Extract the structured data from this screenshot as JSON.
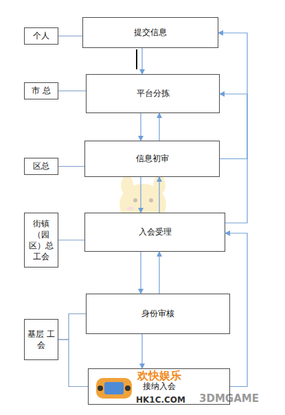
{
  "diagram": {
    "nodes": [
      {
        "text": [
          "个人"
        ]
      },
      {
        "text": [
          "提交信息"
        ]
      },
      {
        "text": [
          "市 总"
        ]
      },
      {
        "text": [
          "平台分拣"
        ]
      },
      {
        "text": [
          "区总"
        ]
      },
      {
        "text": [
          "信息初审"
        ]
      },
      {
        "text": [
          "街镇 （园 区）总 工会"
        ]
      },
      {
        "text": [
          "入会受理"
        ]
      },
      {
        "text": [
          "身份审核"
        ]
      },
      {
        "text": [
          "基层 工会"
        ]
      },
      {
        "text": [
          "接纳入会"
        ]
      }
    ],
    "edges": [
      {
        "from": 0,
        "to": 1,
        "arrow": "none"
      },
      {
        "from": 2,
        "to": 3,
        "arrow": "none"
      },
      {
        "from": 4,
        "to": 5,
        "arrow": "none"
      },
      {
        "from": 6,
        "to": 7,
        "arrow": "none"
      },
      {
        "from": 9,
        "to": 8,
        "arrow": "none"
      },
      {
        "from": 9,
        "to": 10,
        "arrow": "none"
      },
      {
        "from": 1,
        "to": 3,
        "arrow": "to"
      },
      {
        "from": 3,
        "to": 5,
        "arrow": "to"
      },
      {
        "from": 5,
        "to": 3,
        "arrow": "to"
      },
      {
        "from": 5,
        "to": 7,
        "arrow": "to"
      },
      {
        "from": 7,
        "to": 5,
        "arrow": "to"
      },
      {
        "from": 7,
        "to": 8,
        "arrow": "to"
      },
      {
        "from": 8,
        "to": 7,
        "arrow": "to"
      },
      {
        "from": 8,
        "to": 10,
        "arrow": "to"
      },
      {
        "from": 5,
        "to": 1,
        "arrow": "to"
      },
      {
        "from": 7,
        "to": 3,
        "arrow": "to"
      },
      {
        "from": 10,
        "to": 7,
        "arrow": "to"
      }
    ],
    "labels": [
      "欢快娱乐",
      "HK1C.COM",
      "3DMGAME"
    ]
  }
}
